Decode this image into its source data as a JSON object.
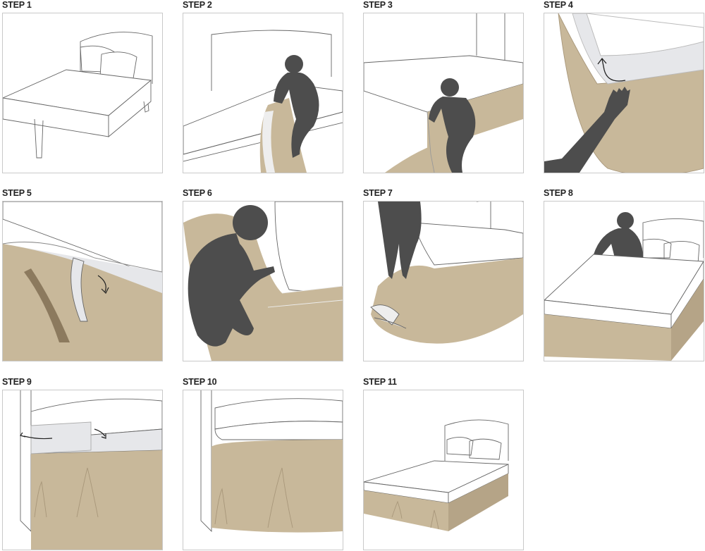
{
  "steps": [
    {
      "label": "STEP 1"
    },
    {
      "label": "STEP  2"
    },
    {
      "label": "STEP  3"
    },
    {
      "label": "STEP 4"
    },
    {
      "label": "STEP 5"
    },
    {
      "label": "STEP 6"
    },
    {
      "label": "STEP 7"
    },
    {
      "label": "STEP 8"
    },
    {
      "label": "STEP 9"
    },
    {
      "label": "STEP 10"
    },
    {
      "label": "STEP 11"
    }
  ],
  "colors": {
    "skirt": "#c8b89a",
    "skirt_dark": "#a8977a",
    "figure": "#4d4d4d",
    "line": "#555555",
    "border": "#c9c9c9"
  }
}
